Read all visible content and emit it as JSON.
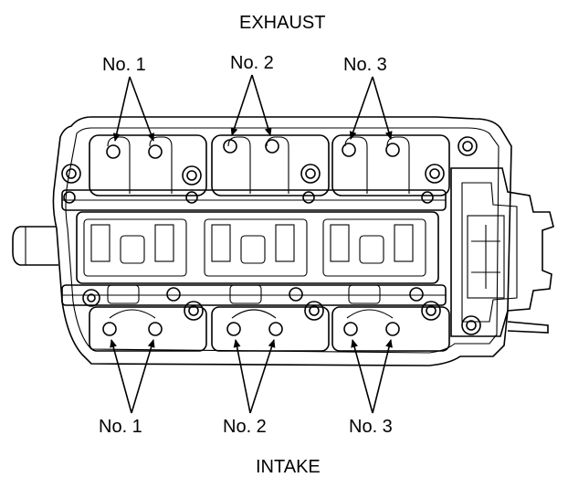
{
  "labels": {
    "top": "EXHAUST",
    "bottom": "INTAKE",
    "exhaust_cylinders": [
      "No. 1",
      "No. 2",
      "No. 3"
    ],
    "intake_cylinders": [
      "No. 1",
      "No. 2",
      "No. 3"
    ]
  }
}
